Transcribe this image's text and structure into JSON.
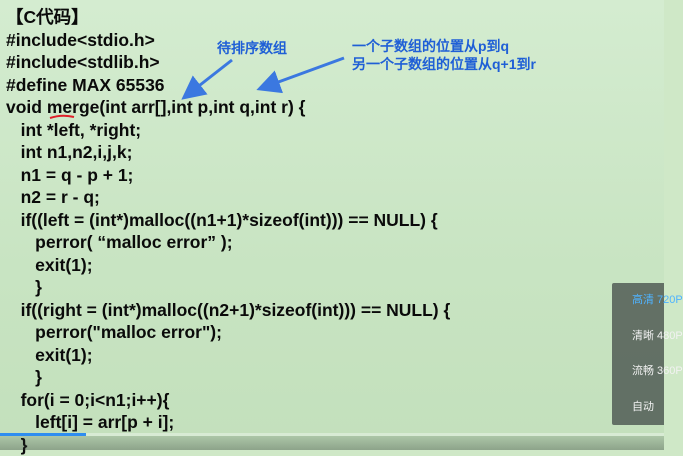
{
  "code": {
    "lines": [
      "【C代码】",
      "#include<stdio.h>",
      "#include<stdlib.h>",
      "#define MAX 65536",
      "void merge(int arr[],int p,int q,int r) {",
      "   int *left, *right;",
      "   int n1,n2,i,j,k;",
      "   n1 = q - p + 1;",
      "   n2 = r - q;",
      "   if((left = (int*)malloc((n1+1)*sizeof(int))) == NULL) {",
      "      perror( “malloc error” );",
      "      exit(1);",
      "      }",
      "   if((right = (int*)malloc((n2+1)*sizeof(int))) == NULL) {",
      "      perror(\"malloc error\");",
      "      exit(1);",
      "      }",
      "   for(i = 0;i<n1;i++){",
      "      left[i] = arr[p + i];",
      "   }"
    ]
  },
  "annotations": {
    "array_label": "待排序数组",
    "subarray_line1": "一个子数组的位置从p到q",
    "subarray_line2": "另一个子数组的位置从q+1到r"
  },
  "quality_menu": {
    "items": [
      {
        "label": "高清 720P",
        "active": true
      },
      {
        "label": "清晰 480P",
        "active": false
      },
      {
        "label": "流畅 360P",
        "active": false
      },
      {
        "label": "自动",
        "active": false
      }
    ]
  },
  "playback": {
    "progress": 0.13
  },
  "colors": {
    "annotation": "#1f5fd6",
    "underline": "#e0202a",
    "active_quality": "#4fb3ff"
  }
}
